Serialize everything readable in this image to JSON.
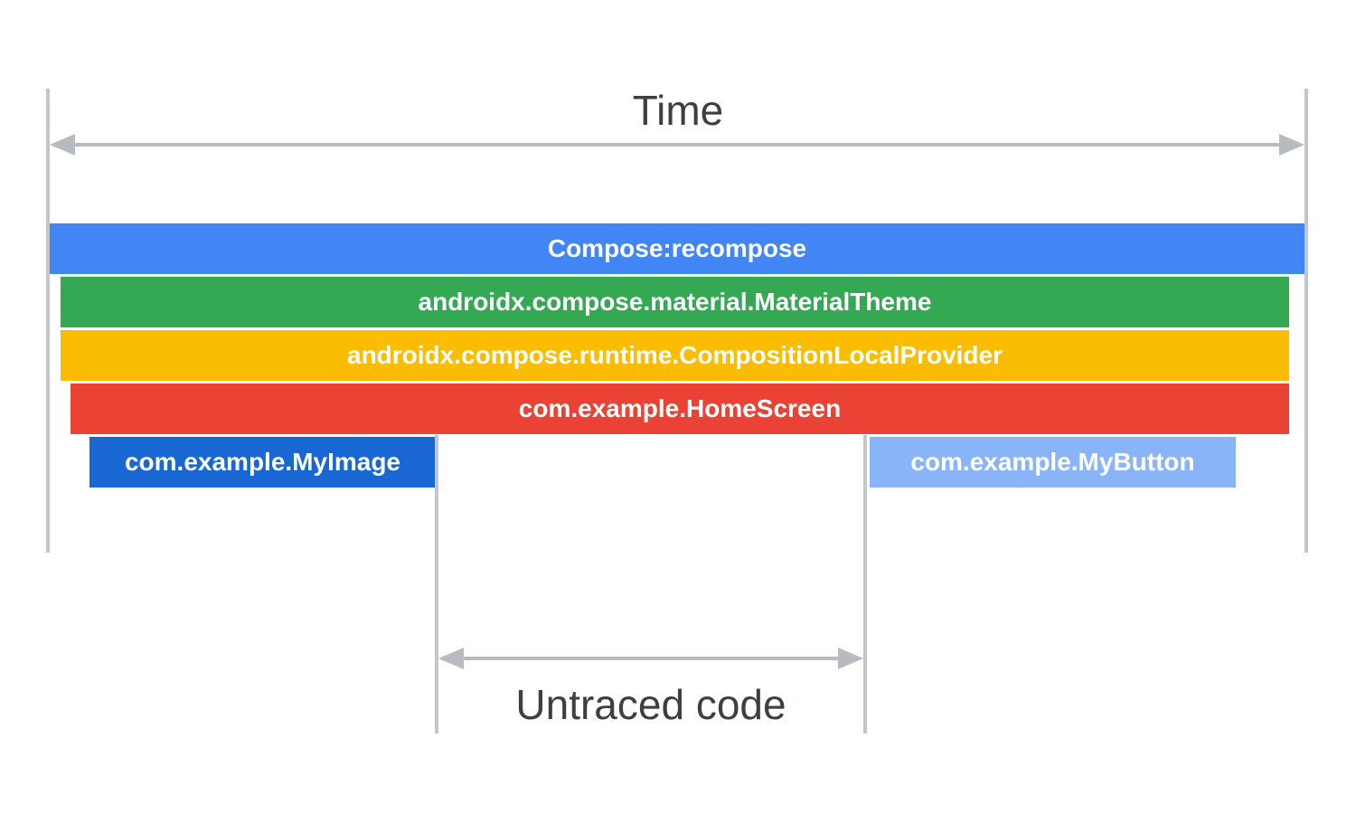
{
  "diagram": {
    "time_label": "Time",
    "untraced_label": "Untraced code",
    "bars": [
      {
        "name": "compose-recompose",
        "label": "Compose:recompose",
        "color": "#4285F4"
      },
      {
        "name": "material-theme",
        "label": "androidx.compose.material.MaterialTheme",
        "color": "#34A853"
      },
      {
        "name": "composition-local-provider",
        "label": "androidx.compose.runtime.CompositionLocalProvider",
        "color": "#FBBC04"
      },
      {
        "name": "home-screen",
        "label": "com.example.HomeScreen",
        "color": "#EA4335"
      },
      {
        "name": "my-image",
        "label": "com.example.MyImage",
        "color": "#1967D2"
      },
      {
        "name": "my-button",
        "label": "com.example.MyButton",
        "color": "#8AB4F8"
      }
    ],
    "colors": {
      "background": "#FFFFFF",
      "guide_line": "#C2C5CA",
      "arrow": "#B7BBC0",
      "label_text": "#3C4043",
      "bar_text": "#FFFFFF"
    }
  }
}
